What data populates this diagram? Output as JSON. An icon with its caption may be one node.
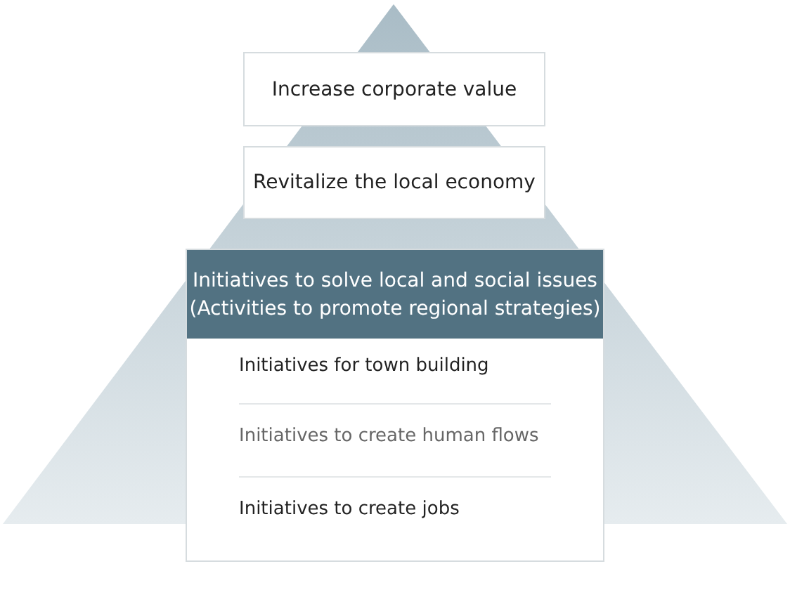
{
  "diagram": {
    "nodes": [
      {
        "text": [
          "Increase corporate value"
        ]
      },
      {
        "text": [
          "Revitalize the local economy"
        ]
      },
      {
        "text": [
          "Initiatives to solve local and social issues (Activities to promote regional strategies)"
        ]
      },
      {
        "text": [
          "Initiatives for town building"
        ],
        "in": 2
      },
      {
        "text": [
          "Initiatives to create human flows"
        ],
        "in": 2
      },
      {
        "text": [
          "Initiatives to create jobs"
        ],
        "in": 2
      }
    ]
  }
}
